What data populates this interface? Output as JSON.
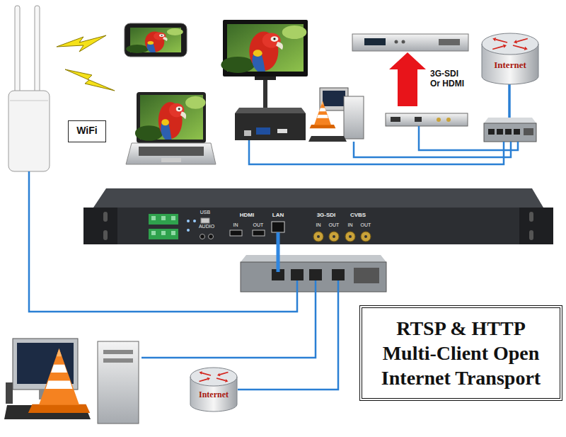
{
  "diagram": {
    "nodes": [
      {
        "text": [
          "Internet"
        ]
      },
      {
        "text": [
          "WiFi"
        ]
      },
      {
        "text": [
          "RTSP & HTTP Multi-Client Open Internet Transport"
        ]
      },
      {
        "text": [
          "Internet"
        ]
      }
    ],
    "labels": [
      "3G-SDI Or HDMI",
      "USB",
      "AUDIO",
      "HDMI",
      "IN",
      "OUT",
      "LAN",
      "3G-SDI",
      "IN",
      "OUT",
      "CVBS",
      "IN",
      "OUT"
    ]
  }
}
